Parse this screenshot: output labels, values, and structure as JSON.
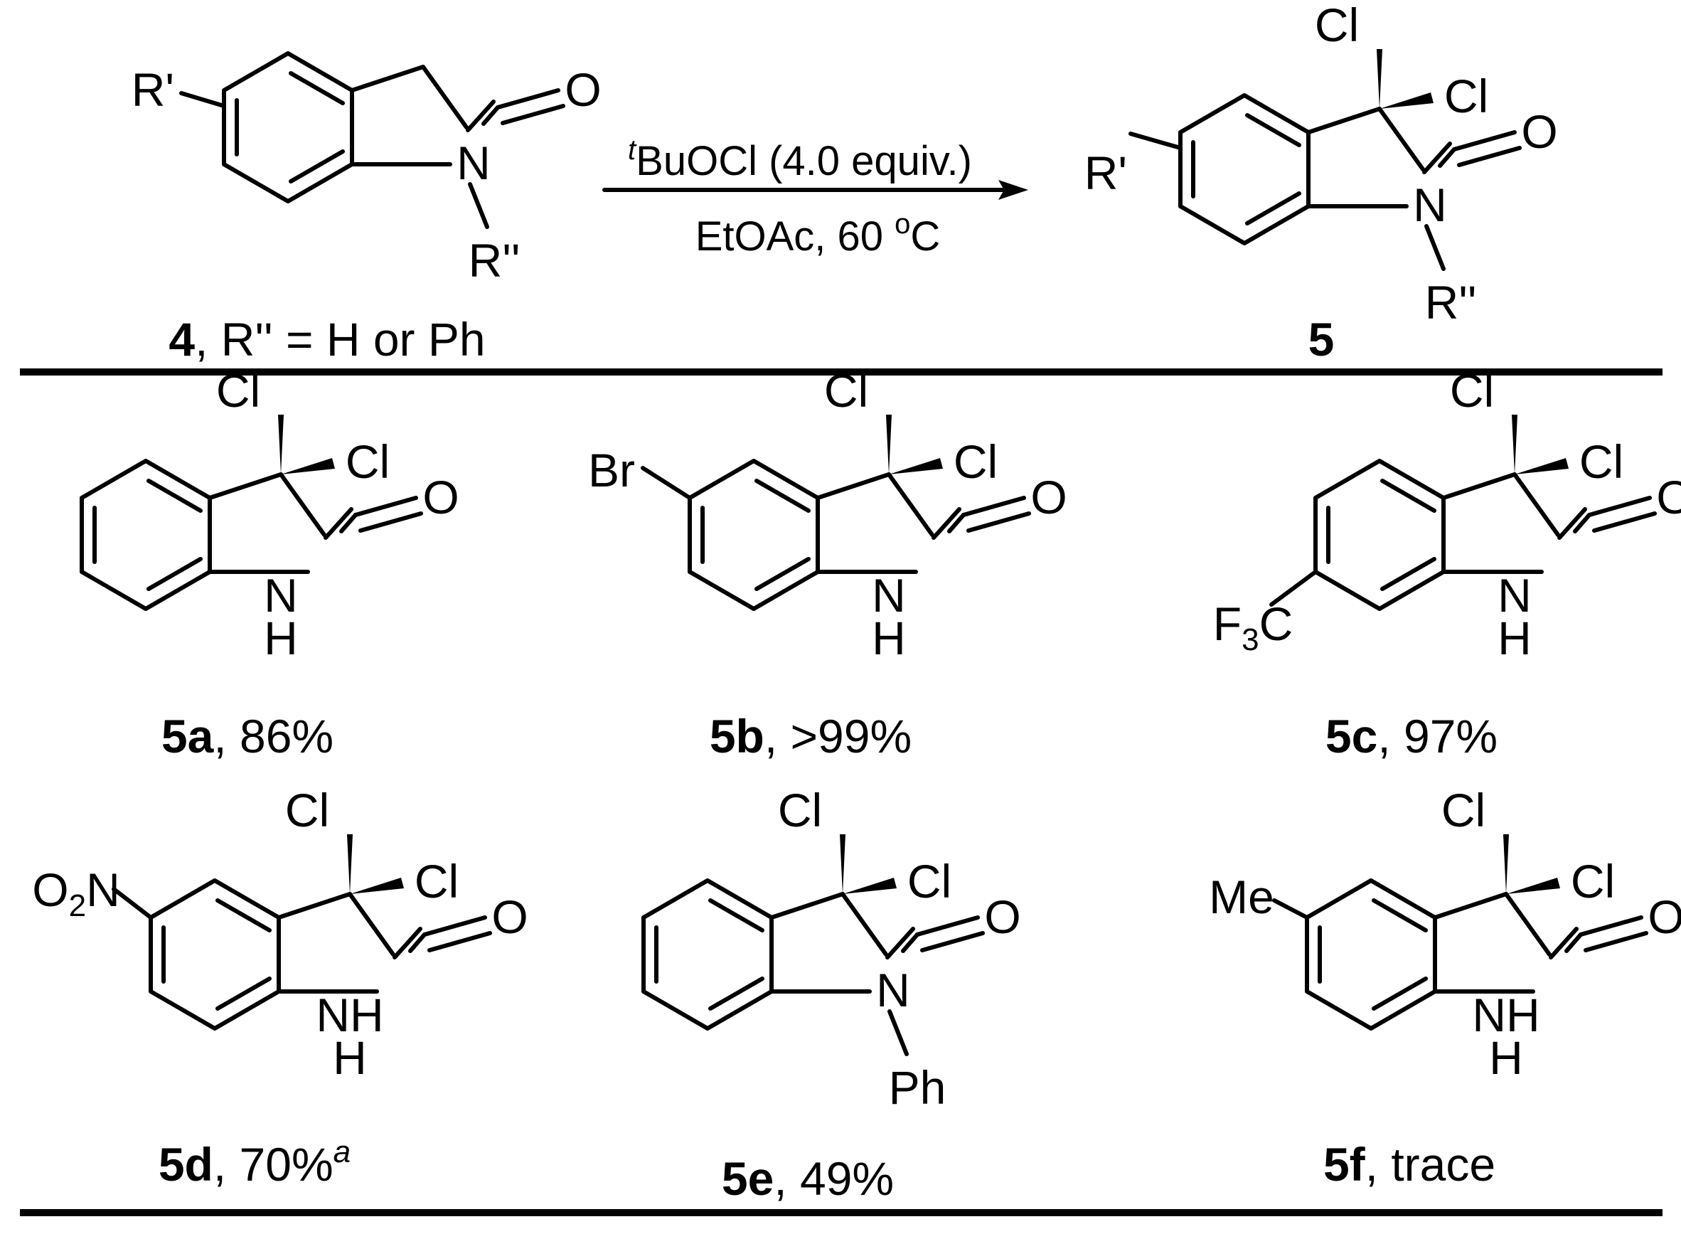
{
  "scheme": {
    "reactant": {
      "number": "4",
      "caption_rest": ", R'' = H or Ph",
      "substituent": "R'",
      "n_substituent": "R''"
    },
    "product": {
      "number": "5",
      "substituent": "R'",
      "n_substituent": "R''"
    },
    "reagent": {
      "sup": "t",
      "text": "BuOCl (4.0 equiv.)"
    },
    "conditions": {
      "text": "EtOAc, 60 ",
      "sup": "o",
      "unit": "C"
    },
    "atoms": {
      "cl": "Cl",
      "o": "O",
      "n": "N",
      "h": "H",
      "nh": "NH",
      "br": "Br",
      "ph": "Ph",
      "me": "Me",
      "f3c_f": "F",
      "f3c_3": "3",
      "f3c_c": "C",
      "o2n_o": "O",
      "o2n_2": "2",
      "o2n_n": "N"
    },
    "compounds": [
      {
        "id": "5a",
        "rest": ", 86%"
      },
      {
        "id": "5b",
        "rest": ", >99%"
      },
      {
        "id": "5c",
        "rest": ", 97%"
      },
      {
        "id": "5d",
        "rest": ", 70%",
        "note": "a"
      },
      {
        "id": "5e",
        "rest": ", 49%"
      },
      {
        "id": "5f",
        "rest": ", trace"
      }
    ]
  }
}
